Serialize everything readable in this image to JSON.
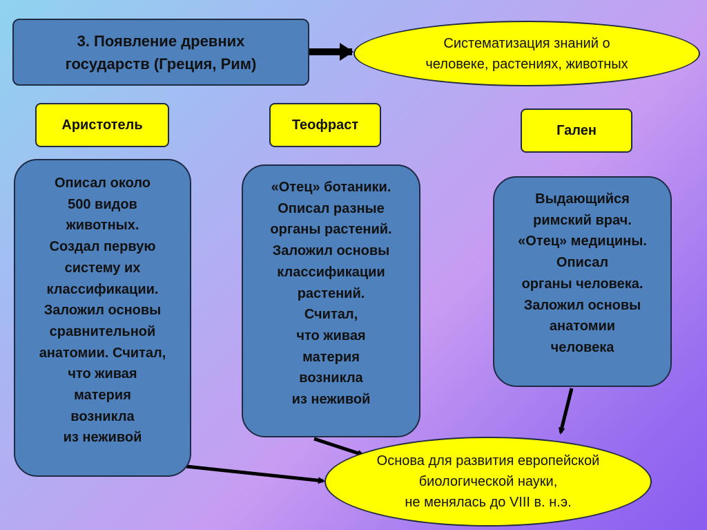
{
  "header": {
    "title": "3. Появление древних\nгосударств (Греция, Рим)",
    "result": "Систематизация  знаний о\nчеловеке, растениях, животных"
  },
  "scientists": [
    {
      "name": "Аристотель",
      "description": "Описал около\n500 видов\nживотных.\nСоздал первую\n систему их\nклассификации.\n Заложил основы\n сравнительной\nанатомии. Считал,\nчто живая\nматерия\nвозникла\nиз неживой"
    },
    {
      "name": "Теофраст",
      "description": "«Отец» ботаники.\nОписал разные\nорганы растений.\nЗаложил основы\nклассификации\nрастений.\nСчитал,\nчто живая\nматерия\nвозникла\nиз неживой"
    },
    {
      "name": "Гален",
      "description": "Выдающийся\nримский врач.\n«Отец» медицины.\nОписал\nорганы человека.\nЗаложил основы\nанатомии\nчеловека"
    }
  ],
  "conclusion": "Основа для развития европейской\nбиологической науки,\nне менялась до VIII в. н.э.",
  "colors": {
    "box_blue": "#4f81bd",
    "highlight_yellow": "#ffff00",
    "border": "#1f2a44"
  }
}
